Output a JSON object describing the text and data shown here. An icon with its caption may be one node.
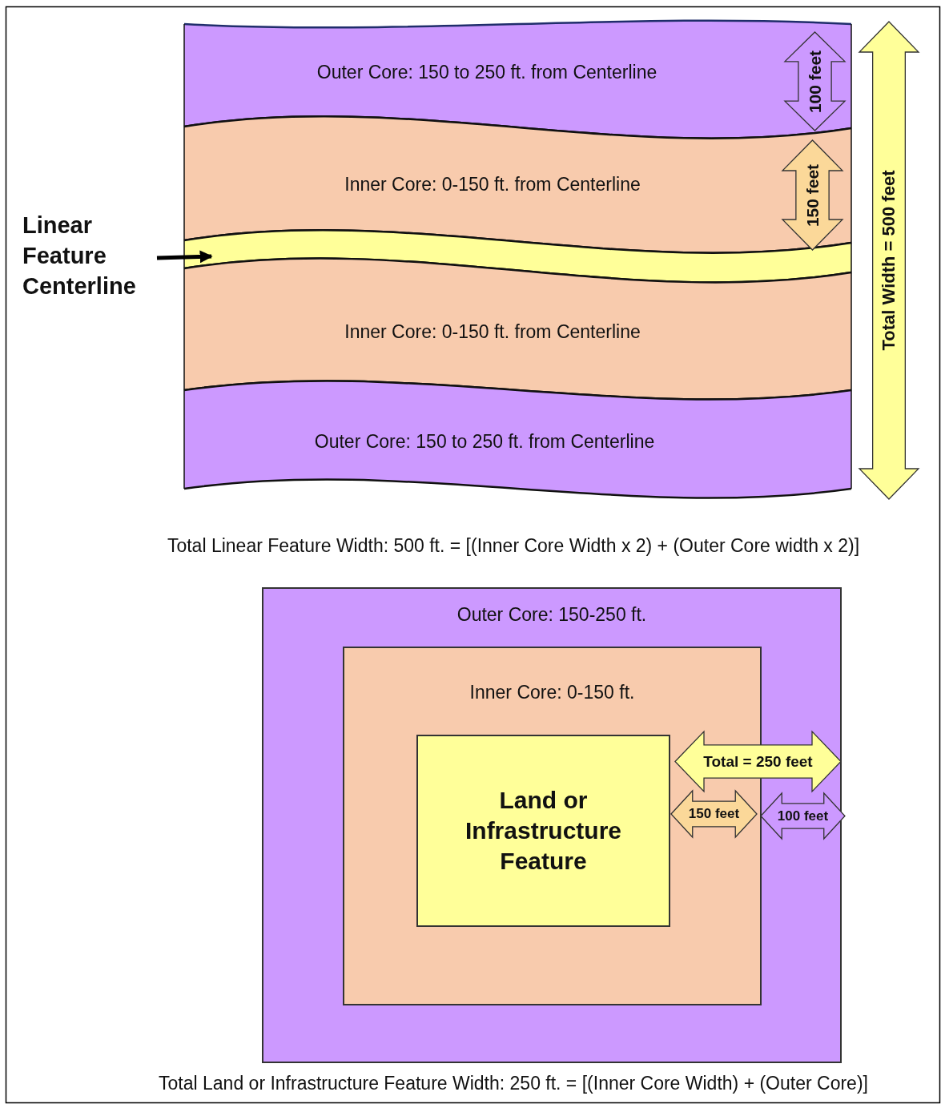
{
  "diagram": {
    "nodes": [
      {
        "text": [
          "Outer Core: 150 to 250 ft. from Centerline"
        ]
      },
      {
        "text": [
          "Inner Core: 0-150 ft. from Centerline"
        ]
      },
      {
        "text": [],
        "shape": "bar"
      },
      {
        "text": [
          "Inner Core: 0-150 ft. from Centerline"
        ]
      },
      {
        "text": [
          "Outer Core: 150 to 250 ft. from Centerline"
        ]
      },
      {
        "text": [
          "Linear Feature Centerline"
        ]
      },
      {
        "text": [
          "Outer Core: 150-250 ft."
        ]
      },
      {
        "text": [
          "Inner Core: 0-150 ft."
        ],
        "in": 6
      },
      {
        "text": [
          "Land or Infrastructure Feature"
        ],
        "in": 7
      }
    ],
    "edges": [
      {
        "from": 5,
        "to": 2,
        "arrow": "to"
      }
    ],
    "labels": [
      "100 feet",
      "150 feet",
      "Total Width = 500 feet",
      "Total Linear Feature Width: 500 ft. = [(Inner Core Width x 2) + (Outer Core width x 2)]",
      "Total = 250 feet",
      "150 feet",
      "100 feet",
      "Total Land or Infrastructure Feature Width: 250 ft. = [(Inner Core Width) + (Outer Core)]"
    ]
  }
}
